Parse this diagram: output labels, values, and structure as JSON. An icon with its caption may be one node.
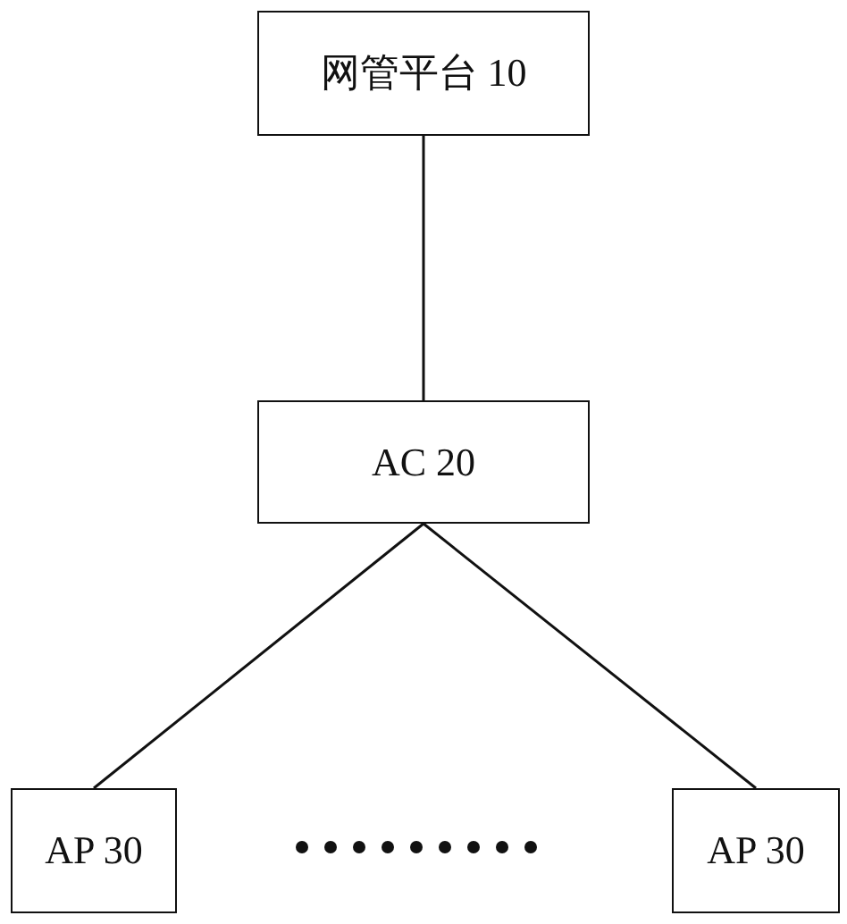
{
  "diagram": {
    "nodes": [
      {
        "text": [
          "网管平台 10"
        ]
      },
      {
        "text": [
          "AC 20"
        ]
      },
      {
        "text": [
          "AP 30"
        ]
      },
      {
        "text": [
          "AP 30"
        ]
      }
    ],
    "edges": [
      {
        "from": 0,
        "to": 1,
        "arrow": "none"
      },
      {
        "from": 1,
        "to": 2,
        "arrow": "none"
      },
      {
        "from": 1,
        "to": 3,
        "arrow": "none"
      }
    ]
  }
}
